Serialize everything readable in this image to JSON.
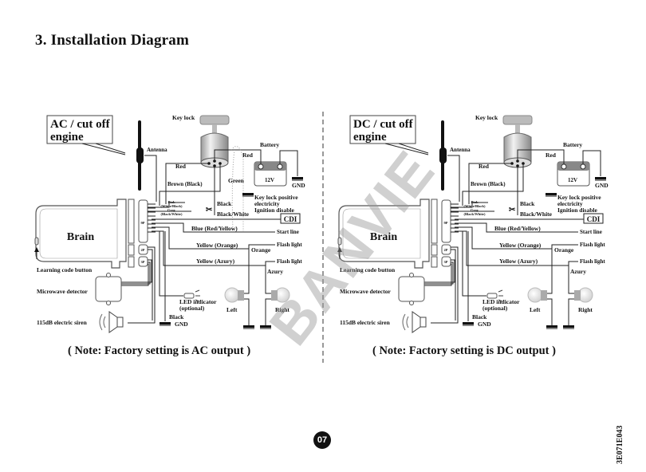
{
  "page": {
    "title": "3. Installation Diagram",
    "page_number": "07",
    "doc_code": "3E071E043",
    "watermark": "BANVIE"
  },
  "panels": [
    {
      "id": "ac",
      "callout": [
        "AC / cut off",
        "engine"
      ],
      "note": "( Note: Factory setting is AC output )",
      "labels": {
        "key_lock": "Key lock",
        "antenna": "Antenna",
        "battery": "Battery",
        "battery_voltage": "12V",
        "gnd": "GND",
        "red_top": "Red",
        "red_left": "Red",
        "green": "Green",
        "brown": "Brown (Black)",
        "pink_block": [
          "Pink",
          "(White/Black)",
          "Gray",
          "(Black/White)"
        ],
        "black": "Black",
        "black_white": "Black/White",
        "key_lock_positive": [
          "Key lock positive",
          "electricity",
          "Ignition disable"
        ],
        "cdi": "CDI",
        "blue": "Blue (Red/Yellow)",
        "start_line": "Start line",
        "yellow_orange": "Yellow (Orange)",
        "orange": "Orange",
        "flash_light_1": "Flash light",
        "yellow_azury": "Yellow (Azury)",
        "flash_light_2": "Flash light",
        "azury": "Azury",
        "brain": "Brain",
        "learning_button": "Learning code button",
        "microwave": "Microwave detector",
        "siren": "115dB electric siren",
        "led": [
          "LED indicator",
          "(optional)"
        ],
        "black_gnd": "Black",
        "gnd_bottom": "GND",
        "left": "Left",
        "right": "Right",
        "conn_9p": "9P",
        "conn_2p": "2P",
        "conn_3p": "3P"
      }
    },
    {
      "id": "dc",
      "callout": [
        "DC / cut off",
        "engine"
      ],
      "note": "( Note: Factory setting is DC output )",
      "labels": {
        "key_lock": "Key lock",
        "antenna": "Antenna",
        "battery": "Battery",
        "battery_voltage": "12V",
        "gnd": "GND",
        "red_top": "Red",
        "red_left": "Red",
        "brown": "Brown (Black)",
        "pink_block": [
          "Pink",
          "(White/Black)",
          "Gray",
          "(Black/White)"
        ],
        "black": "Black",
        "black_white": "Black/White",
        "key_lock_positive": [
          "Key lock positive",
          "electricity",
          "Ignition disable"
        ],
        "cdi": "CDI",
        "blue": "Blue (Red/Yellow)",
        "start_line": "Start line",
        "yellow_orange": "Yellow (Orange)",
        "orange": "Orange",
        "flash_light_1": "Flash light",
        "yellow_azury": "Yellow (Azury)",
        "flash_light_2": "Flash light",
        "azury": "Azury",
        "brain": "Brain",
        "learning_button": "Learning code button",
        "microwave": "Microwave detector",
        "siren": "115dB electric siren",
        "led": [
          "LED indicator",
          "(optional)"
        ],
        "black_gnd": "Black",
        "gnd_bottom": "GND",
        "left": "Left",
        "right": "Right",
        "conn_9p": "9P",
        "conn_2p": "2P",
        "conn_3p": "3P"
      }
    }
  ]
}
